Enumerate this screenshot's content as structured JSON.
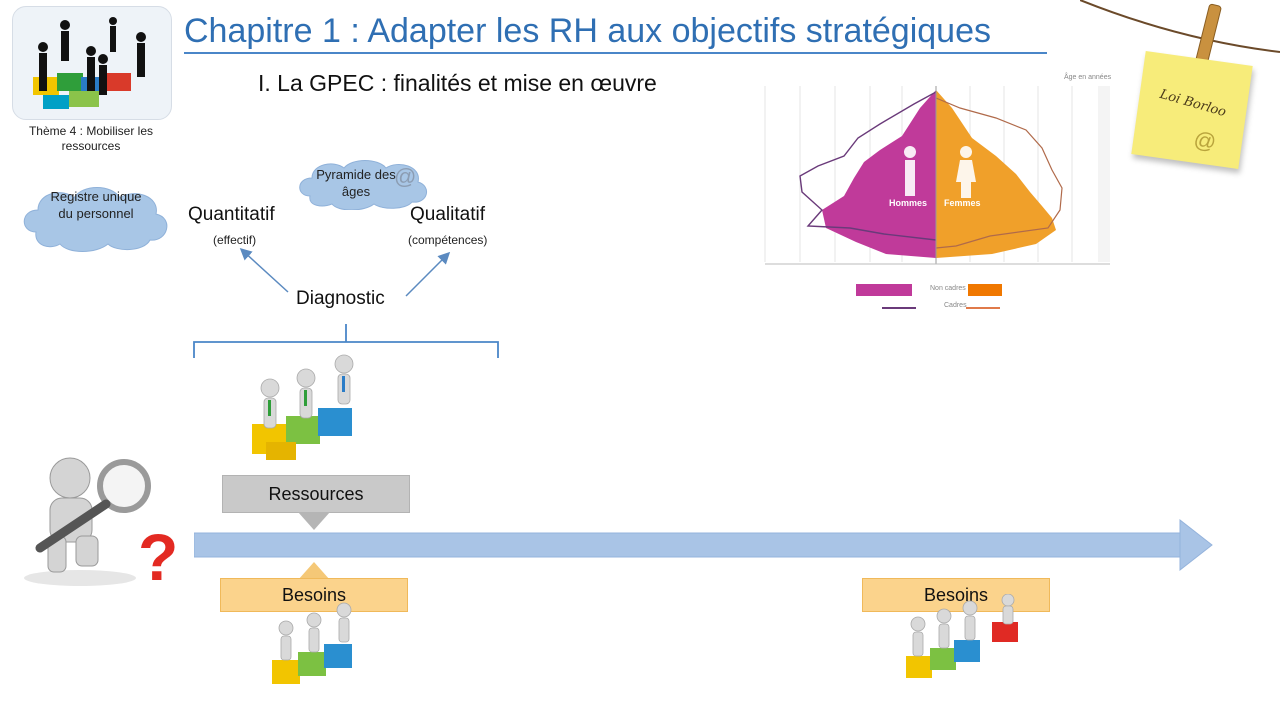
{
  "header": {
    "title": "Chapitre 1 : Adapter les RH aux objectifs stratégiques",
    "subtitle": "I. La GPEC : finalités et mise en œuvre"
  },
  "theme": {
    "caption": "Thème 4 : Mobiliser les ressources"
  },
  "clouds": {
    "registre": "Registre unique du personnel",
    "pyramide": "Pyramide des âges"
  },
  "diagnostic": {
    "quantitatif": "Quantitatif",
    "quantitatif_sub": "(effectif)",
    "qualitatif": "Qualitatif",
    "qualitatif_sub": "(compétences)",
    "label": "Diagnostic"
  },
  "boxes": {
    "ressources": "Ressources",
    "besoins_left": "Besoins",
    "besoins_right": "Besoins"
  },
  "question_mark": "?",
  "postit": {
    "text": "Loi Borloo",
    "at": "@"
  },
  "pyramid": {
    "men": "Hommes",
    "women": "Femmes",
    "legend_non_cadres": "Non cadres",
    "legend_cadres": "Cadres",
    "age_label": "Âge en années"
  },
  "colors": {
    "title": "#2f6fb3",
    "arrow": "#a9c4e6",
    "ressources_box": "#c9c9c9",
    "besoins_box": "#fbd38c",
    "pyramid_men": "#c03a9a",
    "pyramid_women": "#f0a02a",
    "question_mark": "#e32a22"
  }
}
